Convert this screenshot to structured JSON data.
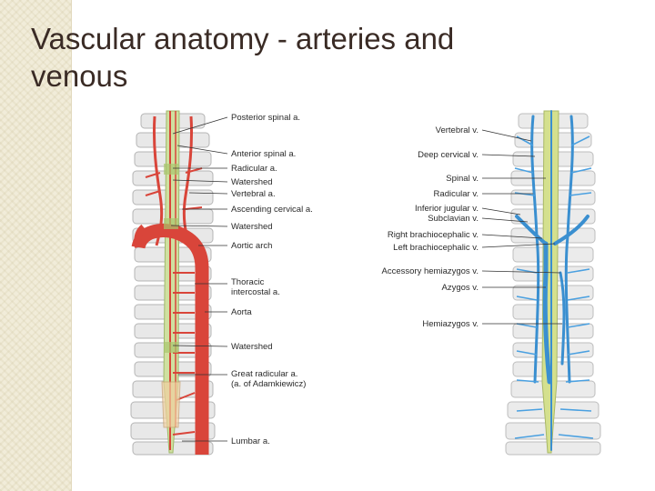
{
  "title_line1": "Vascular anatomy - arteries and",
  "title_line2": "venous",
  "arterial_labels": [
    "Posterior spinal a.",
    "Anterior spinal a.",
    "Radicular a.",
    "Watershed",
    "Vertebral a.",
    "Ascending cervical a.",
    "Watershed",
    "Aortic arch",
    "Thoracic",
    "intercostal a.",
    "Aorta",
    "Watershed",
    "Great radicular a.",
    "(a. of Adamkiewicz)",
    "Lumbar a."
  ],
  "venous_labels": [
    "Vertebral v.",
    "Deep cervical v.",
    "Spinal v.",
    "Radicular v.",
    "Inferior jugular v.",
    "Subclavian v.",
    "Right brachiocephalic v.",
    "Left brachiocephalic v.",
    "Accessory hemiazygos v.",
    "Azygos v.",
    "Hemiazygos v."
  ],
  "colors": {
    "artery": "#d9453a",
    "vein": "#3a8fd0",
    "bone": "#e6e6e6",
    "cord": "#c9d98a"
  }
}
